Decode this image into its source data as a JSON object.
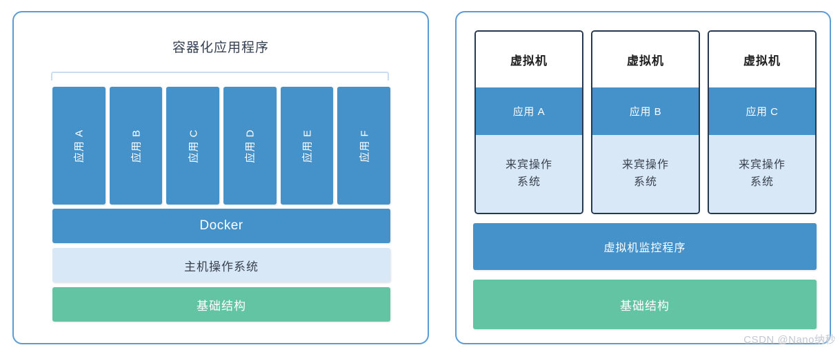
{
  "left_panel": {
    "title": "容器化应用程序",
    "apps": [
      "应用 A",
      "应用 B",
      "应用 C",
      "应用 D",
      "应用 E",
      "应用 F"
    ],
    "docker_label": "Docker",
    "host_os_label": "主机操作系统",
    "infrastructure_label": "基础结构"
  },
  "right_panel": {
    "vms": [
      {
        "title": "虚拟机",
        "app": "应用 A",
        "guest_os": "来宾操作系统"
      },
      {
        "title": "虚拟机",
        "app": "应用 B",
        "guest_os": "来宾操作系统"
      },
      {
        "title": "虚拟机",
        "app": "应用 C",
        "guest_os": "来宾操作系统"
      }
    ],
    "hypervisor_label": "虚拟机监控程序",
    "infrastructure_label": "基础结构"
  },
  "watermark": "CSDN @Nano纳秒",
  "colors": {
    "bar_blue": "#4591C9",
    "light_blue_fill": "#D9E8F7",
    "green": "#63C4A4",
    "panel_border": "#5B9BD5",
    "vm_card_border": "#263850",
    "bracket": "#C9DEF2",
    "title_text": "#333F50"
  }
}
